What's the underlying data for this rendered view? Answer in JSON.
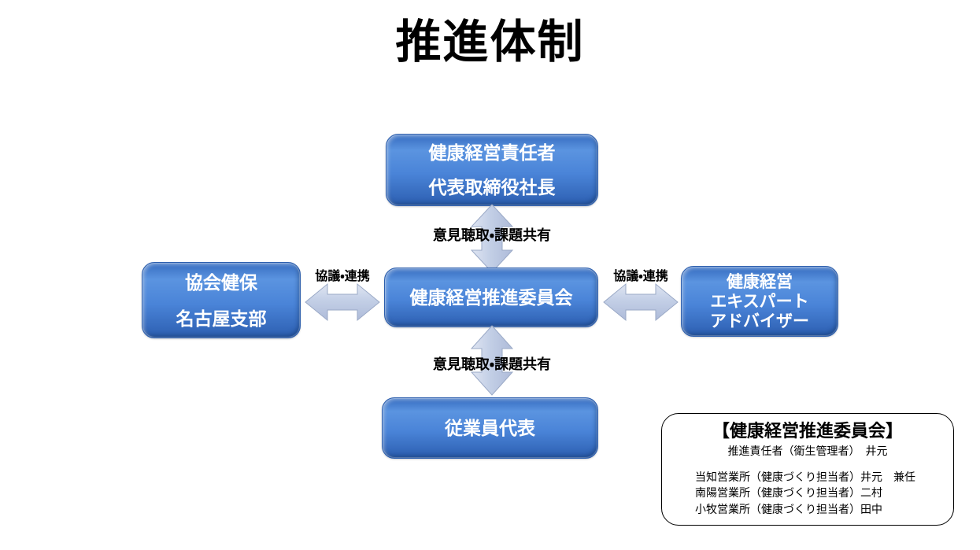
{
  "page": {
    "title": "推進体制"
  },
  "nodes": {
    "top": {
      "name": "健康経営責任者",
      "lines": [
        "健康経営責任者",
        "代表取締役社長"
      ]
    },
    "center": {
      "name": "健康経営推進委員会",
      "lines": [
        "健康経営推進委員会"
      ]
    },
    "left": {
      "name": "協会健保 名古屋支部",
      "lines": [
        "協会健保",
        "名古屋支部"
      ]
    },
    "right": {
      "name": "健康経営エキスパートアドバイザー",
      "lines": [
        "健康経営",
        "エキスパート",
        "アドバイザー"
      ]
    },
    "bottom": {
      "name": "従業員代表",
      "lines": [
        "従業員代表"
      ]
    }
  },
  "connectors": {
    "top_label": "意見聴取・課題共有",
    "bottom_label": "意見聴取・課題共有",
    "left_label": "協議・連携",
    "right_label": "協議・連携"
  },
  "legend": {
    "title": "【健康経営推進委員会】",
    "lead": "推進責任者（衛生管理者）　井元",
    "members": [
      "当知営業所（健康づくり担当者）井元　兼任",
      "南陽営業所（健康づくり担当者）二村",
      "小牧営業所（健康づくり担当者）田中"
    ]
  },
  "colors": {
    "box_blue_light": "#5b94e0",
    "box_blue_dark": "#2a5aa8",
    "arrow_fill": "#c3cfe6",
    "arrow_stroke": "#9aa9c6",
    "text_black": "#000000",
    "box_text": "#ffffff"
  }
}
